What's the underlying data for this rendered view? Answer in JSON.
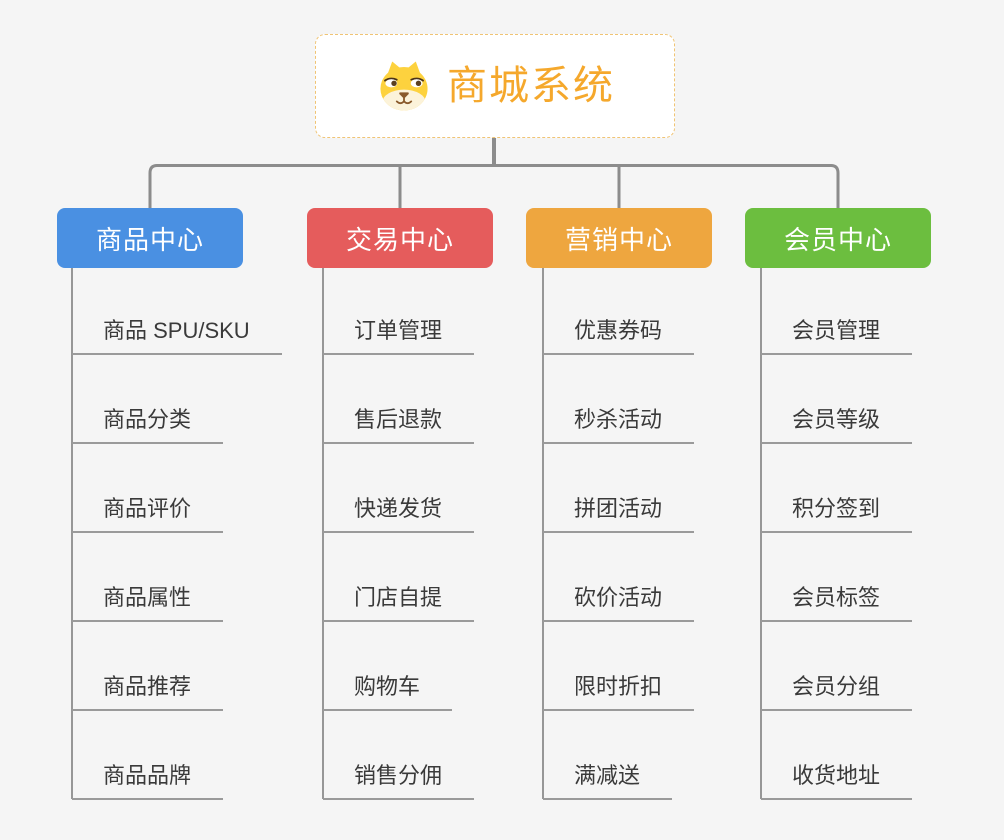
{
  "page": {
    "background_color": "#f5f5f5",
    "connector_color": "#8c8c8c",
    "leaf_line_color": "#9a9a9a"
  },
  "root": {
    "title": "商城系统",
    "icon": "shiba-dog-icon",
    "title_color": "#f5a82c",
    "border_color": "#f0c474"
  },
  "branches": [
    {
      "label": "商品中心",
      "color": "#4a90e2",
      "items": [
        "商品 SPU/SKU",
        "商品分类",
        "商品评价",
        "商品属性",
        "商品推荐",
        "商品品牌"
      ]
    },
    {
      "label": "交易中心",
      "color": "#e55c5c",
      "items": [
        "订单管理",
        "售后退款",
        "快递发货",
        "门店自提",
        "购物车",
        "销售分佣"
      ]
    },
    {
      "label": "营销中心",
      "color": "#eea63f",
      "items": [
        "优惠券码",
        "秒杀活动",
        "拼团活动",
        "砍价活动",
        "限时折扣",
        "满减送"
      ]
    },
    {
      "label": "会员中心",
      "color": "#6cbe3f",
      "items": [
        "会员管理",
        "会员等级",
        "积分签到",
        "会员标签",
        "会员分组",
        "收货地址"
      ]
    }
  ]
}
